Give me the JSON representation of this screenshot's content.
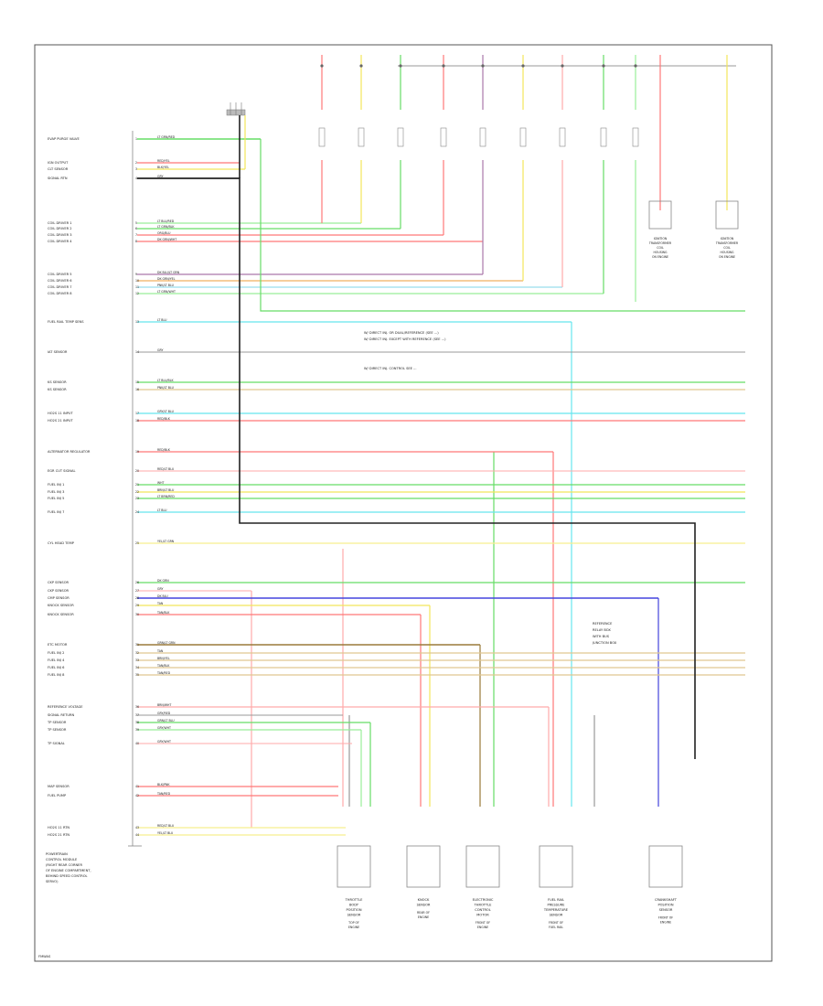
{
  "diagram": {
    "title_lines": [
      "POWERTRAIN",
      "CONTROL MODULE",
      "(RIGHT REAR CORNER",
      "OF ENGINE COMPARTMENT,",
      "BEHIND SPEED CONTROL",
      "SERVO)"
    ],
    "footer_code": "FMWAS",
    "module_pin_labels": [
      "EVAP PURGE VALVE",
      "IGN OUTPUT",
      "CLT SENSOR",
      "SIGNAL RTN",
      "COIL DRIVER 1",
      "COIL DRIVER 2",
      "COIL DRIVER 3",
      "COIL DRIVER 4",
      "COIL DRIVER 5",
      "COIL DRIVER 6",
      "COIL DRIVER 7",
      "COIL DRIVER 8",
      "FUEL RAIL TEMP SENS",
      "IAT SENSOR",
      "KS SENSOR",
      "KS SENSOR",
      "HO2S 11 INPUT",
      "HO2S 21 INPUT",
      "ALTERNATOR REGULATOR",
      "EGR CUT SIGNAL",
      "FUEL INJ 1",
      "FUEL INJ 3",
      "FUEL INJ 5",
      "FUEL INJ 7",
      "CYL HEAD TEMP",
      "CKP SENSOR",
      "CKP SENSOR",
      "CMP SENSOR",
      "KNOCK SENSOR",
      "KNOCK SENSOR",
      "ETC MOTOR",
      "FUEL INJ 2",
      "FUEL INJ 4",
      "FUEL INJ 6",
      "FUEL INJ 8",
      "REFERENCE VOLTAGE",
      "SIGNAL RETURN",
      "TP SENSOR",
      "TP SENSOR",
      "TP SIGNAL",
      "MAP SENSOR",
      "FUEL PUMP",
      "HO2S 11 RTN",
      "HO2S 21 RTN"
    ],
    "wire_colors": [
      "LT GRN/RED",
      "RED/YEL",
      "BLK/YEL",
      "GRY",
      "LT BLU/RED",
      "LT GRN/BLK",
      "ORG/BLU",
      "DK GRN/WHT",
      "DK BLU/LT GRN",
      "DK GRN/YEL",
      "PNK/LT BLU",
      "LT GRN/WHT",
      "LT BLU",
      "GRY",
      "LT BLU/BLK",
      "PNK/LT BLU",
      "GRY/LT BLU",
      "RED/BLK",
      "RED/BLK",
      "RED/LT BLU",
      "WHT",
      "BRN/LT BLU",
      "LT BRN/RED",
      "LT BLU",
      "YEL/LT GRN",
      "DK GRN",
      "GRY",
      "DK BLU",
      "TAN",
      "TAN/BLK",
      "GRN/LT GRN",
      "TAN",
      "BRN/YEL",
      "TAN/BLK",
      "TAN/RED",
      "BRN/WHT",
      "GRY/RED",
      "GRN/LT BLU",
      "GRY/WHT",
      "GRY/WHT",
      "BLK/PNK",
      "TAN/RED",
      "RED/LT BLU",
      "YEL/LT BLU"
    ],
    "notes": [
      "W/ DIRECT INJ. OR DUAL/REFERENCE (SEE ...)",
      "W/ DIRECT INJ. EXCEPT WITH REFERENCE (SEE ...)",
      "W/ DIRECT INJ. CONTROL SEE ...",
      "REFERENCE",
      "RELAY BOX",
      "WITH BUS",
      "JUNCTION BOX"
    ],
    "components": [
      {
        "name_lines": [
          "THROTTLE",
          "BODY",
          "POSITION",
          "SENSOR"
        ],
        "location_lines": [
          "TOP OF",
          "ENGINE"
        ]
      },
      {
        "name_lines": [
          "KNOCK",
          "SENSOR"
        ],
        "location_lines": [
          "REAR OF",
          "ENGINE"
        ]
      },
      {
        "name_lines": [
          "ELECTRONIC",
          "THROTTLE",
          "CONTROL",
          "MOTOR"
        ],
        "location_lines": [
          "FRONT OF",
          "ENGINE"
        ]
      },
      {
        "name_lines": [
          "FUEL RAIL",
          "PRESSURE",
          "TEMPERATURE",
          "SENSOR"
        ],
        "location_lines": [
          "FRONT OF",
          "FUEL RAIL"
        ]
      },
      {
        "name_lines": [
          "CRANKSHAFT",
          "POSITION",
          "SENSOR"
        ],
        "location_lines": [
          "FRONT OF",
          "ENGINE"
        ]
      },
      {
        "name_lines": [
          "IGNITION",
          "TRANSFORMER",
          "COIL",
          "HOUSING"
        ],
        "location_lines": [
          "ON ENGINE"
        ]
      },
      {
        "name_lines": [
          "IGNITION",
          "TRANSFORMER",
          "COIL",
          "HOUSING"
        ],
        "location_lines": [
          "ON ENGINE"
        ]
      }
    ],
    "colors": {
      "frame": "#555555",
      "black_wire": "#222222",
      "grey_wire": "#999999",
      "red_wire": "#ff7777",
      "pink_wire": "#ffaaaa",
      "green_wire": "#66dd66",
      "lt_green_wire": "#99ee99",
      "yellow_wire": "#f2e55a",
      "pale_yellow_wire": "#f7ef8f",
      "tan_wire": "#e0c890",
      "brown_wire": "#9a7a3a",
      "cyan_wire": "#66e5ee",
      "blue_wire": "#4444dd",
      "purple_wire": "#aa77aa",
      "orange_wire": "#f0b060",
      "lt_blue_wire": "#99ddee"
    }
  }
}
